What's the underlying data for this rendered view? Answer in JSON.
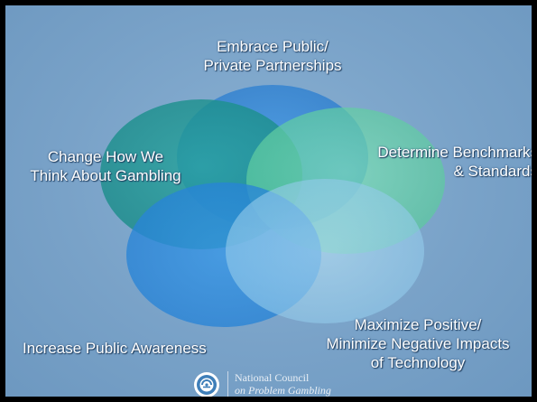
{
  "diagram": {
    "type": "venn",
    "circles": [
      {
        "id": "top",
        "label_lines": [
          "Embrace Public/",
          "Private Partnerships"
        ],
        "color": "#2f86d6"
      },
      {
        "id": "left",
        "label_lines": [
          "Change How We",
          "Think About Gambling"
        ],
        "color": "#1f9a98"
      },
      {
        "id": "right",
        "label_lines": [
          "Determine Benchmarks",
          "& Standards"
        ],
        "color": "#67d3a8"
      },
      {
        "id": "bottom-left",
        "label_lines": [
          "Increase Public Awareness"
        ],
        "color": "#2b8be0"
      },
      {
        "id": "bottom-right",
        "label_lines": [
          "Maximize Positive/",
          "Minimize Negative Impacts",
          "of Technology"
        ],
        "color": "#9bd0ec"
      }
    ]
  },
  "logo": {
    "line1": "National Council",
    "line2": "on Problem Gambling"
  }
}
